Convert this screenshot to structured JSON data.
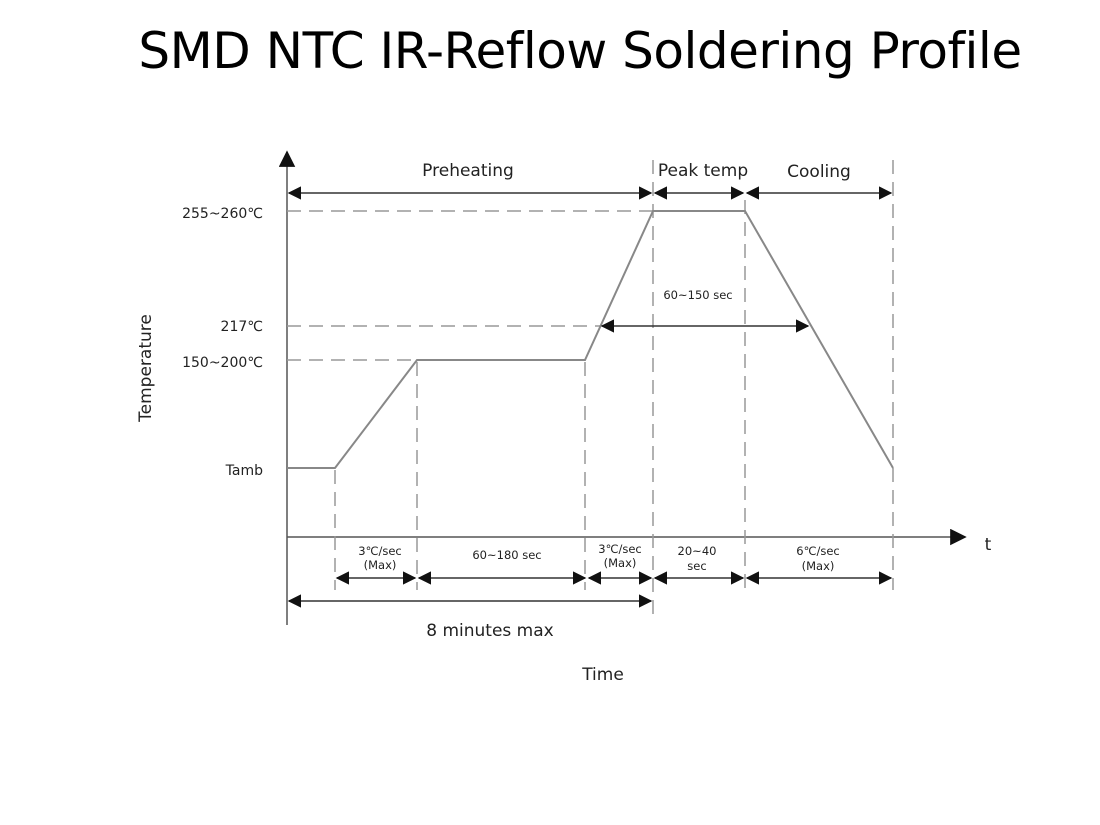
{
  "title": "SMD NTC IR-Reflow Soldering Profile",
  "axes": {
    "y_label": "Temperature",
    "x_label": "Time",
    "x_symbol": "t"
  },
  "y_levels": [
    "255~260℃",
    "217℃",
    "150~200℃",
    "Tamb"
  ],
  "phases": {
    "preheating": "Preheating",
    "peak": "Peak temp",
    "cooling": "Cooling"
  },
  "above_217": "60~150 sec",
  "segments": {
    "ramp1_a": "3℃/sec",
    "ramp1_b": "(Max)",
    "soak": "60~180 sec",
    "ramp2_a": "3℃/sec",
    "ramp2_b": "(Max)",
    "peak_a": "20~40",
    "peak_b": "sec",
    "cool_a": "6℃/sec",
    "cool_b": "(Max)"
  },
  "total": "8 minutes max",
  "colors": {
    "profile": "#888888",
    "arrows": "#333333",
    "guides": "#999999"
  }
}
